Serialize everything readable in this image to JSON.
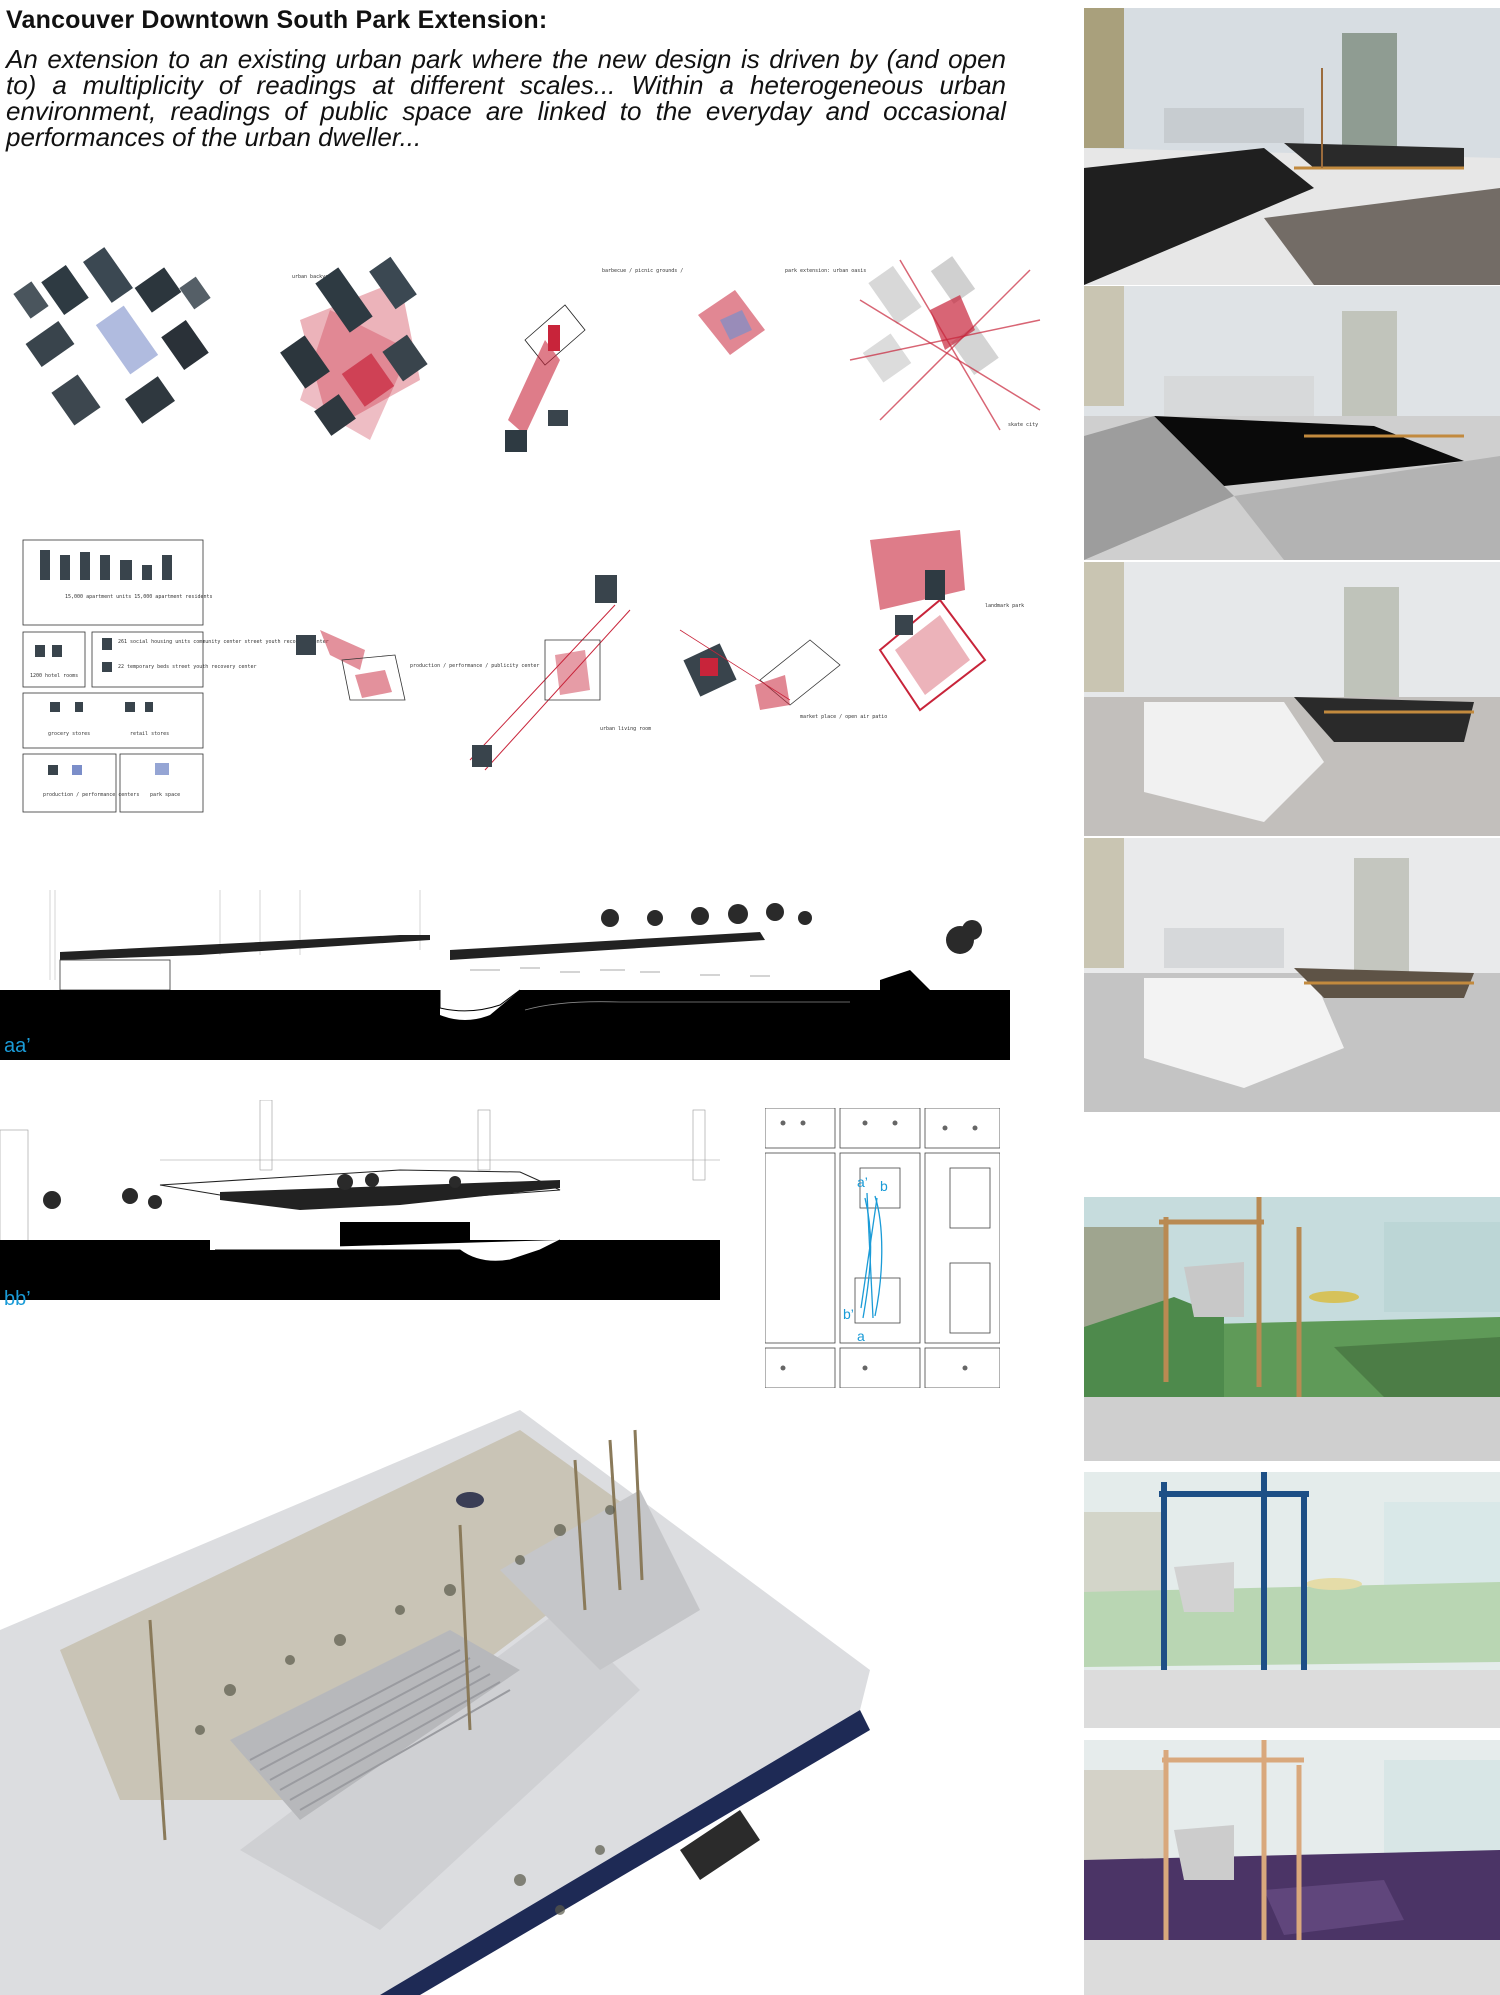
{
  "header": {
    "title": "Vancouver Downtown South Park Extension:",
    "subtitle": "An extension to an existing urban park where the new design is driven by (and open to) a multiplicity of readings at different scales... Within a heterogeneous urban environment, readings of public space are linked to the everyday and occasional performances of the urban dweller..."
  },
  "diagram_labels": {
    "urban_backyard": "urban backyard",
    "barbecue": "barbecue / picnic grounds /",
    "park_extension": "park extension: urban oasis",
    "skate_city": "skate city",
    "production": "production / performance / publicity center",
    "urban_living_room": "urban living room",
    "market_place": "market place / open air patio",
    "landmark_park": "landmark park"
  },
  "legend": {
    "apartments": "15,000 apartment units 15,000 apartment residents",
    "hotel_rooms": "1200 hotel rooms",
    "social_housing": "261 social housing units community center street youth recovery center",
    "temporary_beds": "22 temporary beds street youth recovery center",
    "grocery": "grocery stores",
    "retail": "retail stores",
    "production_centers": "production / performance centers",
    "park_space": "park space"
  },
  "sections": {
    "aa_label": "aa’",
    "bb_label": "bb’"
  },
  "site_plan": {
    "marker_a": "a",
    "marker_a_prime": "a’",
    "marker_b": "b",
    "marker_b_prime": "b’"
  },
  "colors": {
    "accent_red": "#c8243a",
    "section_blue": "#1a9bd7",
    "grass_green": "#5f9a58",
    "purple_ground": "#4b3466",
    "timber": "#b98a52",
    "steel_blue": "#1d4f86"
  }
}
